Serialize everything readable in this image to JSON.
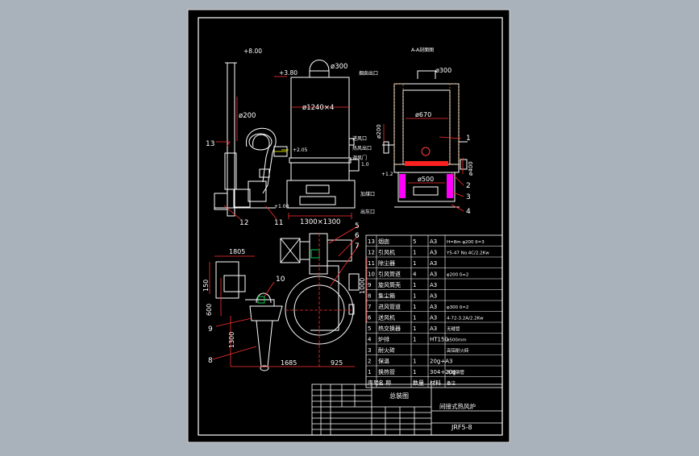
{
  "colors": {
    "bg": "#a9b1bb",
    "sheet": "#000000",
    "line": "#ffffff",
    "dim": "#ff3030",
    "accent": "#ff00ff",
    "yellow": "#ffff00",
    "cyan": "#00ffff",
    "green": "#30ff30"
  },
  "left_view": {
    "level_top": "+8.00",
    "level_mid": "+3.80",
    "level_a": "+2.05",
    "level_b": "+1.00",
    "dia_chimney": "ø200",
    "dia_top": "ø300",
    "dia_body": "ø1240×4",
    "base_dim": "1300×1300",
    "label_top_right": "烟囱出口",
    "label_left": "进风口",
    "label_mid1": "热风出口",
    "label_mid2": "调风门",
    "label_low1": "加煤口",
    "label_low2": "出灰口",
    "val_a": "1.0",
    "tag_13": "13",
    "tag_12": "12",
    "tag_11": "11"
  },
  "section_view": {
    "title": "A-A剖面图",
    "dia_top": "ø300",
    "dia_inner": "ø670",
    "dia_grate": "ø500",
    "dia_side": "ø200",
    "h_right": "ø400",
    "level": "+1.2",
    "tags": [
      "1",
      "2",
      "3",
      "4"
    ]
  },
  "plan_view": {
    "dim_1805": "1805",
    "dim_150": "150",
    "dim_600": "600",
    "dim_1300": "1300",
    "dim_1685": "1685",
    "dim_925": "925",
    "dim_1000": "1000",
    "tags": [
      "5",
      "6",
      "7",
      "8",
      "9",
      "10"
    ]
  },
  "parts_table": {
    "rows": [
      {
        "no": "13",
        "name": "烟囱",
        "qty": "5",
        "mat": "A3",
        "note": "H=8m φ200 δ=3"
      },
      {
        "no": "12",
        "name": "引风机",
        "qty": "1",
        "mat": "A3",
        "note": "Y5-47 No.4C/2.2Kw"
      },
      {
        "no": "11",
        "name": "除尘器",
        "qty": "1",
        "mat": "A3",
        "note": ""
      },
      {
        "no": "10",
        "name": "引风管道",
        "qty": "4",
        "mat": "A3",
        "note": "φ200 δ=2"
      },
      {
        "no": "9",
        "name": "旋风筒壳",
        "qty": "1",
        "mat": "A3",
        "note": ""
      },
      {
        "no": "8",
        "name": "集尘箱",
        "qty": "1",
        "mat": "A3",
        "note": ""
      },
      {
        "no": "7",
        "name": "进风管道",
        "qty": "1",
        "mat": "A3",
        "note": "φ300 δ=2"
      },
      {
        "no": "6",
        "name": "送风机",
        "qty": "1",
        "mat": "A3",
        "note": "4-72-3.2A/2.2Kw"
      },
      {
        "no": "5",
        "name": "热交换器",
        "qty": "1",
        "mat": "A3",
        "note": "无缝管"
      },
      {
        "no": "4",
        "name": "炉排",
        "qty": "1",
        "mat": "HT150",
        "note": "ø500mm"
      },
      {
        "no": "3",
        "name": "耐火砖",
        "qty": "",
        "mat": "",
        "note": "高铝耐火砖"
      },
      {
        "no": "2",
        "name": "保温",
        "qty": "1",
        "mat": "20g+A3",
        "note": ""
      },
      {
        "no": "1",
        "name": "换热管",
        "qty": "1",
        "mat": "304+20g",
        "note": "无缝钢管"
      }
    ],
    "header": {
      "no": "序号",
      "name": "名 称",
      "qty": "数量",
      "mat": "材料",
      "note": "备注"
    }
  },
  "title_block": {
    "drawing_title": "总装图",
    "project": "间接式热风炉",
    "code": "JRF5-8"
  }
}
